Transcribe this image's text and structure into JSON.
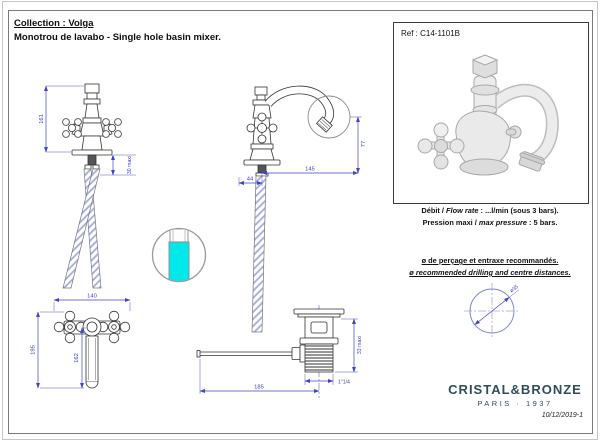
{
  "header": {
    "collection": "Collection : Volga",
    "description": "Monotrou de lavabo - Single hole basin mixer."
  },
  "ref_box": {
    "label": "Ref : C14-1101B"
  },
  "specs": {
    "flow": {
      "fr": "Débit",
      "sep": " / ",
      "en": "Flow rate",
      "rest": " : ...l/min (sous 3 bars)."
    },
    "pressure": {
      "fr": "Pression maxi",
      "sep": " / ",
      "en": "max pressure",
      "rest": " : 5 bars."
    }
  },
  "drilling_note": {
    "fr": "ø de perçage et entraxe recommandés.",
    "en": "ø recommended drilling and centre distances.",
    "diameter": "ø35"
  },
  "dims": {
    "front_total_height": "161",
    "front_deck_max": "30 maxi",
    "side_outlet_height": "77",
    "side_reach": "145",
    "side_back_offset": "44",
    "plan_handle_width": "140",
    "plan_total_length": "195",
    "plan_spout_length": "162",
    "drain_rod_length": "185",
    "drain_deck_max": "33 maxi",
    "drain_thread_size": "1\"1/4"
  },
  "footer": {
    "brand": "CRISTAL&BRONZE",
    "city_year": "PARIS · 1937",
    "doc_date": "10/12/2019-1"
  },
  "colors": {
    "dimension_blue": "#4044c8",
    "hose_highlight_cyan": "#00e8e8",
    "logo_navy": "#2e4d59"
  }
}
